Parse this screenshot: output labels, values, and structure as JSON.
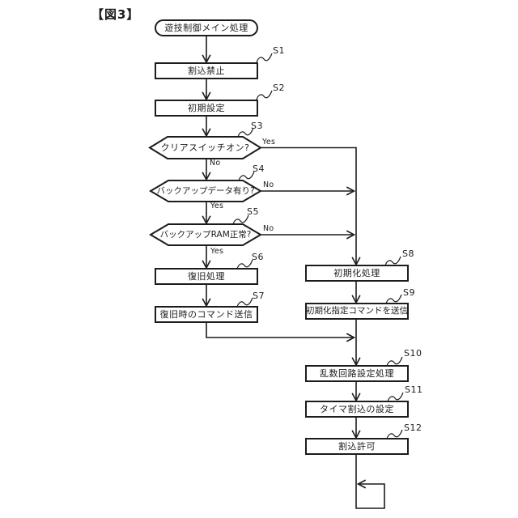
{
  "figure_label": "【図3】",
  "flow": {
    "start": {
      "text": "遊技制御メイン処理"
    },
    "nodes": {
      "s1": {
        "id": "S1",
        "text": "割込禁止"
      },
      "s2": {
        "id": "S2",
        "text": "初期設定"
      },
      "s3": {
        "id": "S3",
        "text": "クリアスイッチオン?"
      },
      "s4": {
        "id": "S4",
        "text": "バックアップデータ有り?"
      },
      "s5": {
        "id": "S5",
        "text": "バックアップRAM正常?"
      },
      "s6": {
        "id": "S6",
        "text": "復旧処理"
      },
      "s7": {
        "id": "S7",
        "text": "復旧時のコマンド送信"
      },
      "s8": {
        "id": "S8",
        "text": "初期化処理"
      },
      "s9": {
        "id": "S9",
        "text": "初期化指定コマンドを送信"
      },
      "s10": {
        "id": "S10",
        "text": "乱数回路設定処理"
      },
      "s11": {
        "id": "S11",
        "text": "タイマ割込の設定"
      },
      "s12": {
        "id": "S12",
        "text": "割込許可"
      }
    },
    "branches": {
      "s3_yes": "Yes",
      "s3_no": "No",
      "s4_no": "No",
      "s4_yes": "Yes",
      "s5_no": "No",
      "s5_yes": "Yes"
    }
  },
  "colors": {
    "ink": "#1c1c1c",
    "paper": "#ffffff"
  }
}
